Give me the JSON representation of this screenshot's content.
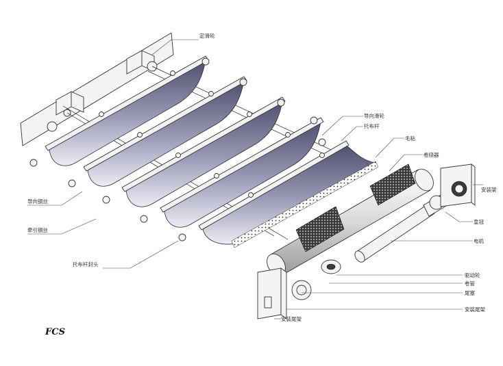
{
  "labels": {
    "dinghualun": "定滑轮",
    "daoxianghualun": "导向滑轮",
    "tuobugan": "托布杆",
    "maozhan": "毛粘",
    "juanraoqi": "卷绕器",
    "anzhuangjia": "安装架",
    "huangguan": "皇冠",
    "dianji": "电机",
    "daoxianggangsi": "导向钢丝",
    "qianyingangsi": "牵引钢丝",
    "tuobuganfengtou": "托布杆封头",
    "qudonglun": "驱动轮",
    "juanguan": "卷管",
    "weisai": "尾塞",
    "anzhuangweijia": "安装尾架",
    "anzhuangweijia_bottom": "安装尾架"
  },
  "brand": "FCS",
  "colors": {
    "fabric_dark": "#5a5a78",
    "fabric_light": "#e6e6f0",
    "line": "#222222"
  }
}
